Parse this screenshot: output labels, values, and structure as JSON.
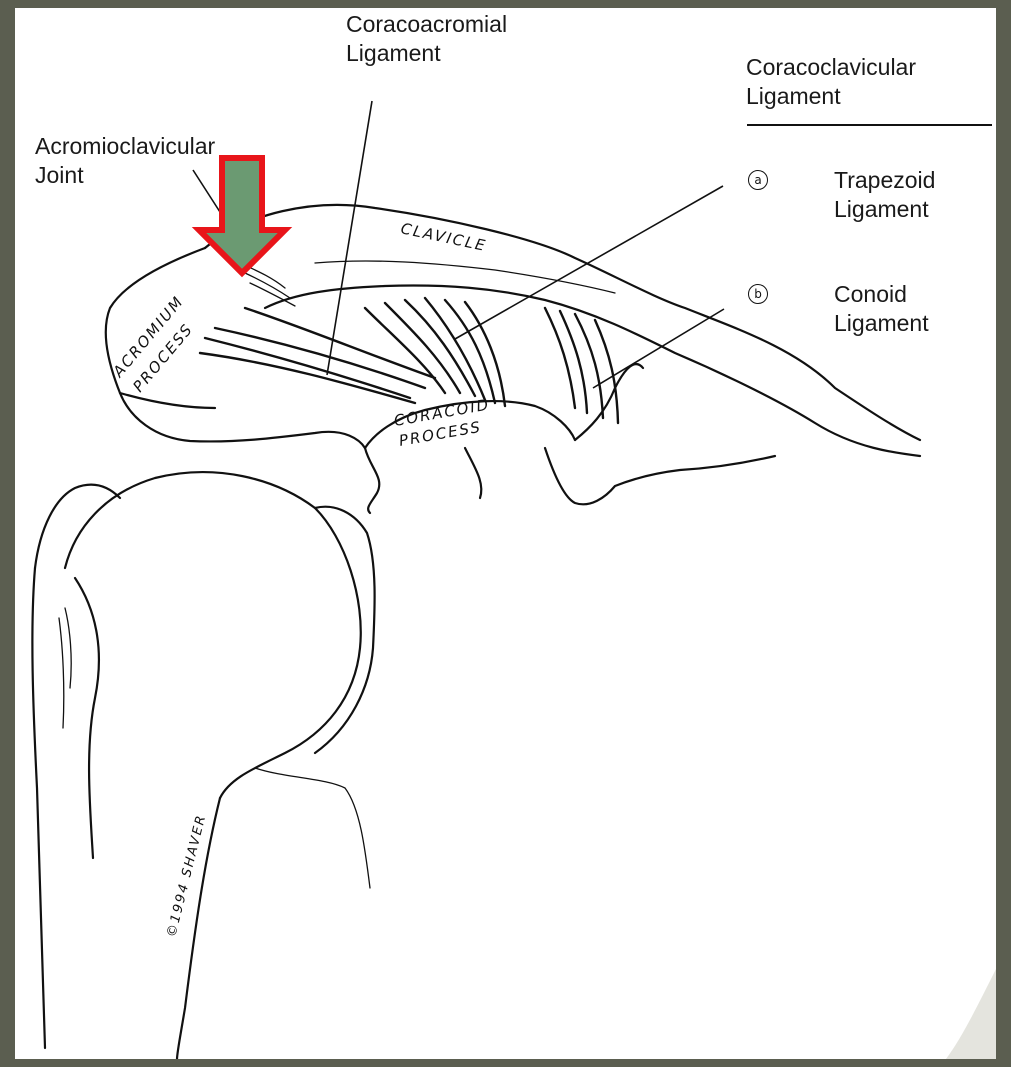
{
  "labels": {
    "coracoacromial": [
      "Coracoacromial",
      "Ligament"
    ],
    "acromioclavicular": [
      "Acromioclavicular",
      "Joint"
    ],
    "coracoclavicular": [
      "Coracoclavicular",
      "Ligament"
    ],
    "trapezoid": {
      "marker": "a",
      "lines": [
        "Trapezoid",
        "Ligament"
      ]
    },
    "conoid": {
      "marker": "b",
      "lines": [
        "Conoid",
        "Ligament"
      ]
    }
  },
  "drawing_text": {
    "clavicle": "CLAVICLE",
    "acromium": [
      "ACROMIUM",
      "PROCESS"
    ],
    "coracoid": [
      "CORACOID",
      "PROCESS"
    ],
    "signature": "©1994 SHAVER"
  },
  "colors": {
    "background": "#5b5e50",
    "panel": "#ffffff",
    "arrow_fill": "#6b9a72",
    "arrow_stroke": "#e8151a"
  },
  "icons": {
    "pointer": "down-arrow-icon"
  }
}
